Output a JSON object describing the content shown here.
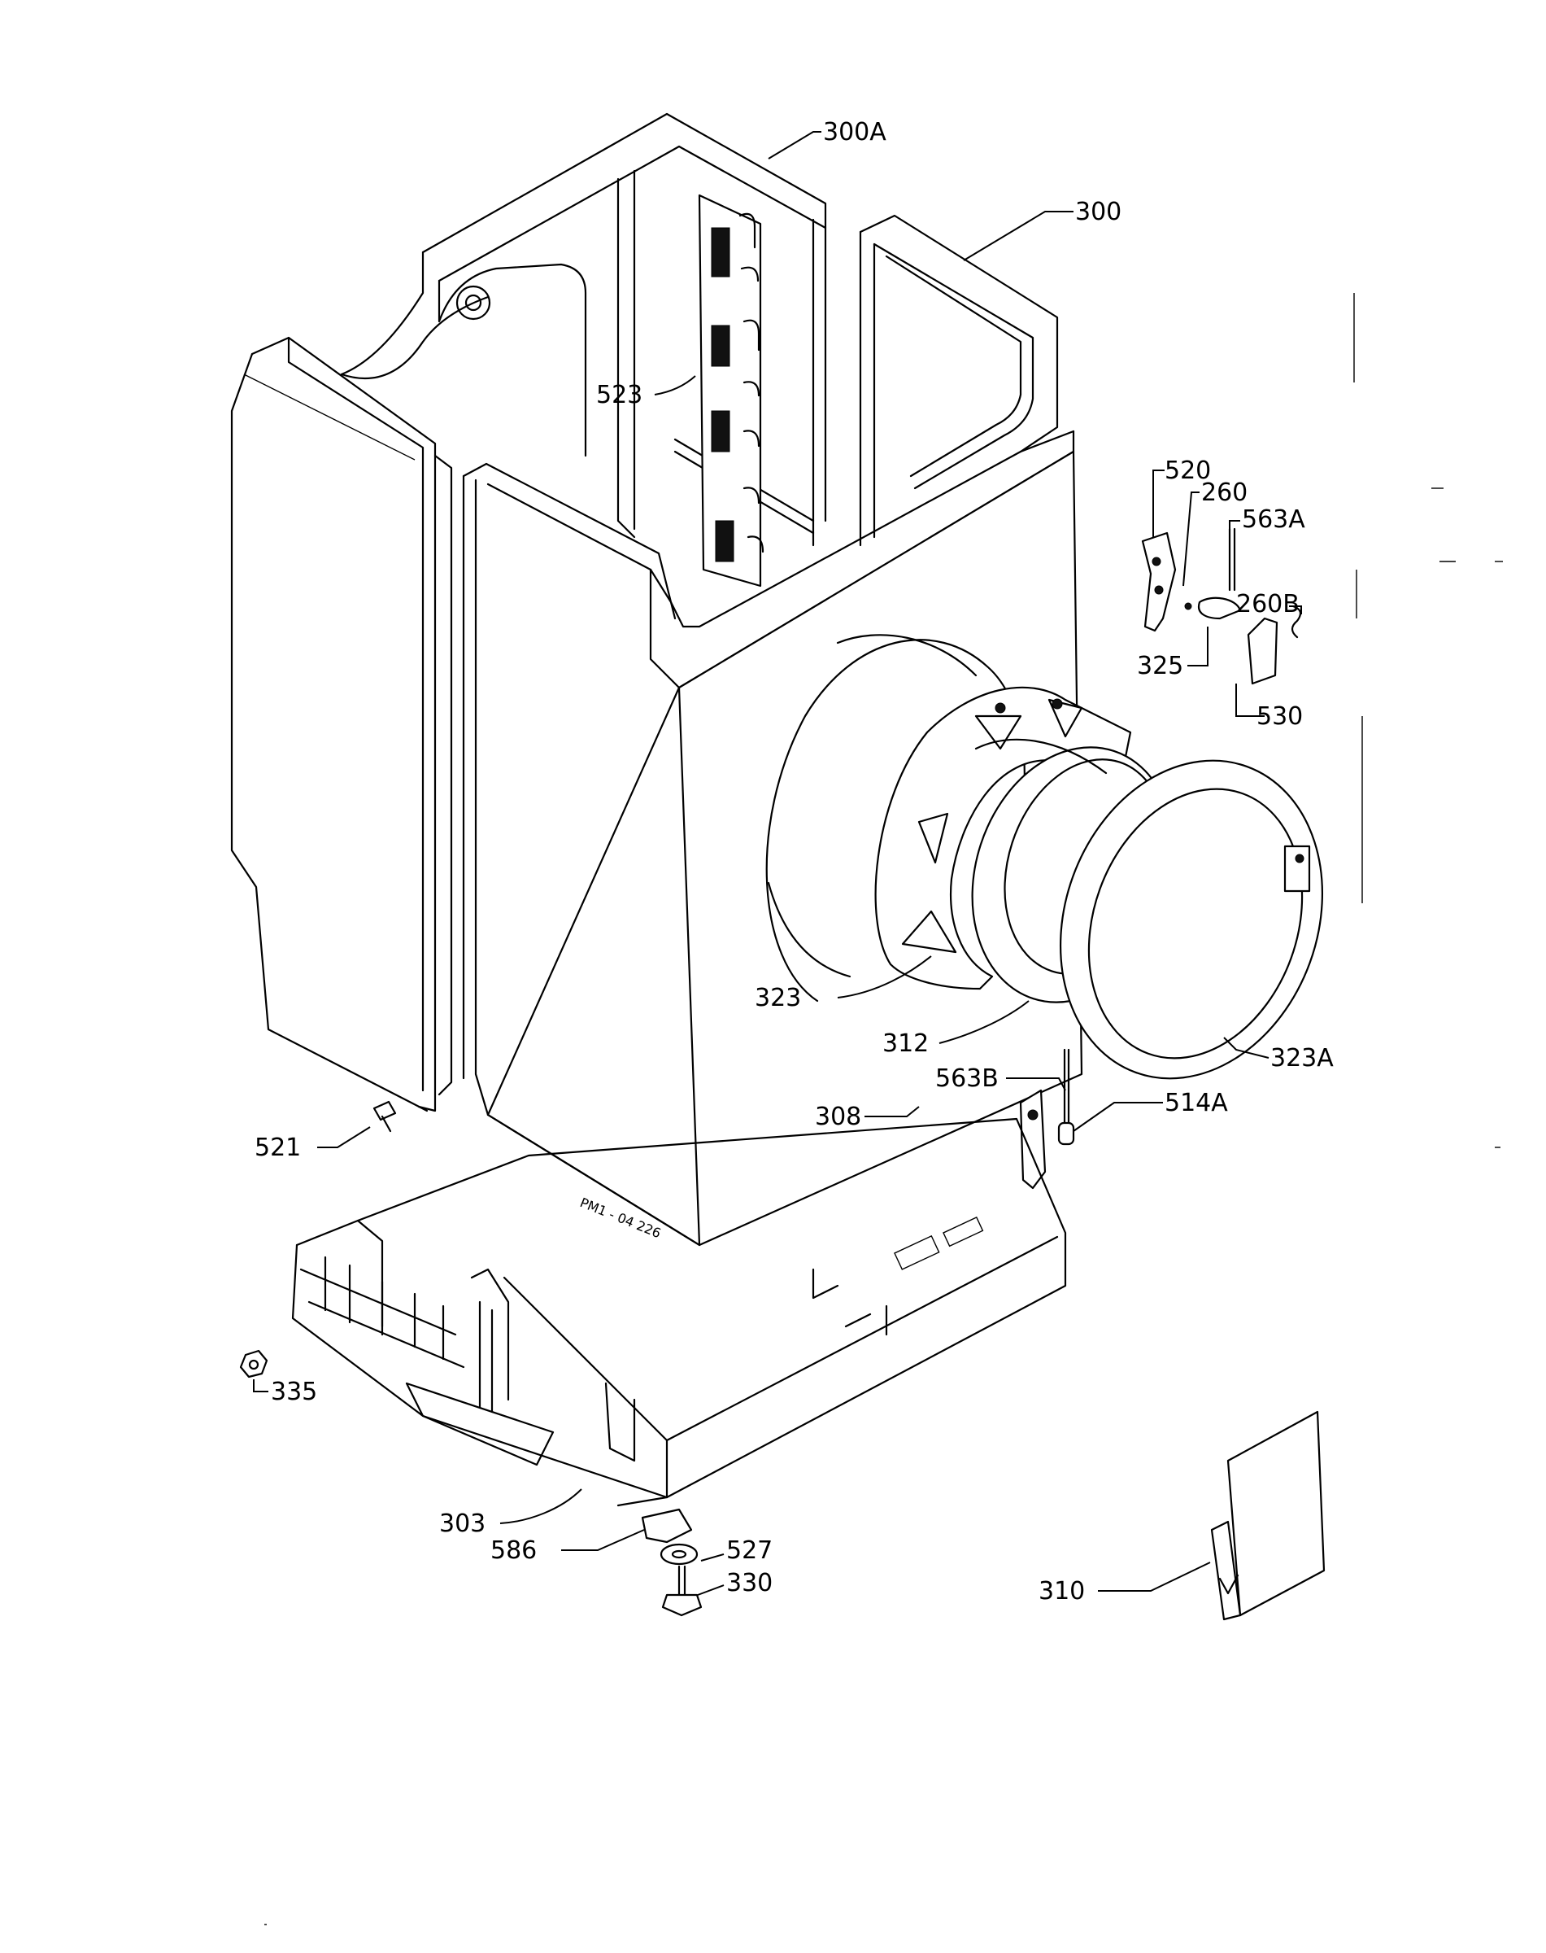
{
  "labels": {
    "l300a": "300A",
    "l300": "300",
    "l523": "523",
    "l520": "520",
    "l260": "260",
    "l563a": "563A",
    "l260b": "260B",
    "l325": "325",
    "l530": "530",
    "l323": "323",
    "l312": "312",
    "l323a": "323A",
    "l563b": "563B",
    "l308": "308",
    "l514a": "514A",
    "l521": "521",
    "l335": "335",
    "l303": "303",
    "l586": "586",
    "l527": "527",
    "l330": "330",
    "l310": "310",
    "stamp": "PM1 - 04 226"
  }
}
